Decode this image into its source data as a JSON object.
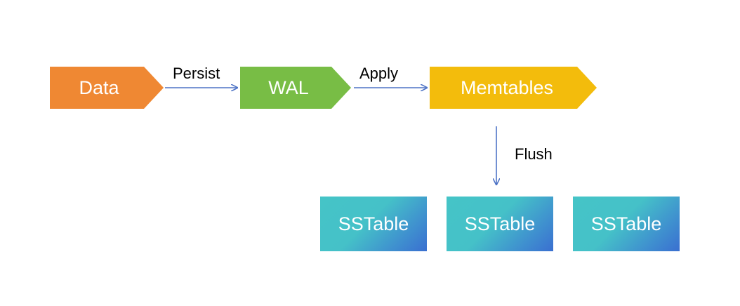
{
  "nodes": {
    "data": {
      "label": "Data",
      "color": "#ef8833"
    },
    "wal": {
      "label": "WAL",
      "color": "#78bd45"
    },
    "memtables": {
      "label": "Memtables",
      "color": "#f3bc0c"
    }
  },
  "edges": {
    "persist": {
      "label": "Persist"
    },
    "apply": {
      "label": "Apply"
    },
    "flush": {
      "label": "Flush"
    }
  },
  "sstables": [
    {
      "label": "SSTable"
    },
    {
      "label": "SSTable"
    },
    {
      "label": "SSTable"
    }
  ],
  "colors": {
    "arrow": "#4f74c6",
    "sstable_gradient_start": "#45c4c7",
    "sstable_gradient_end": "#3a6fd0"
  }
}
